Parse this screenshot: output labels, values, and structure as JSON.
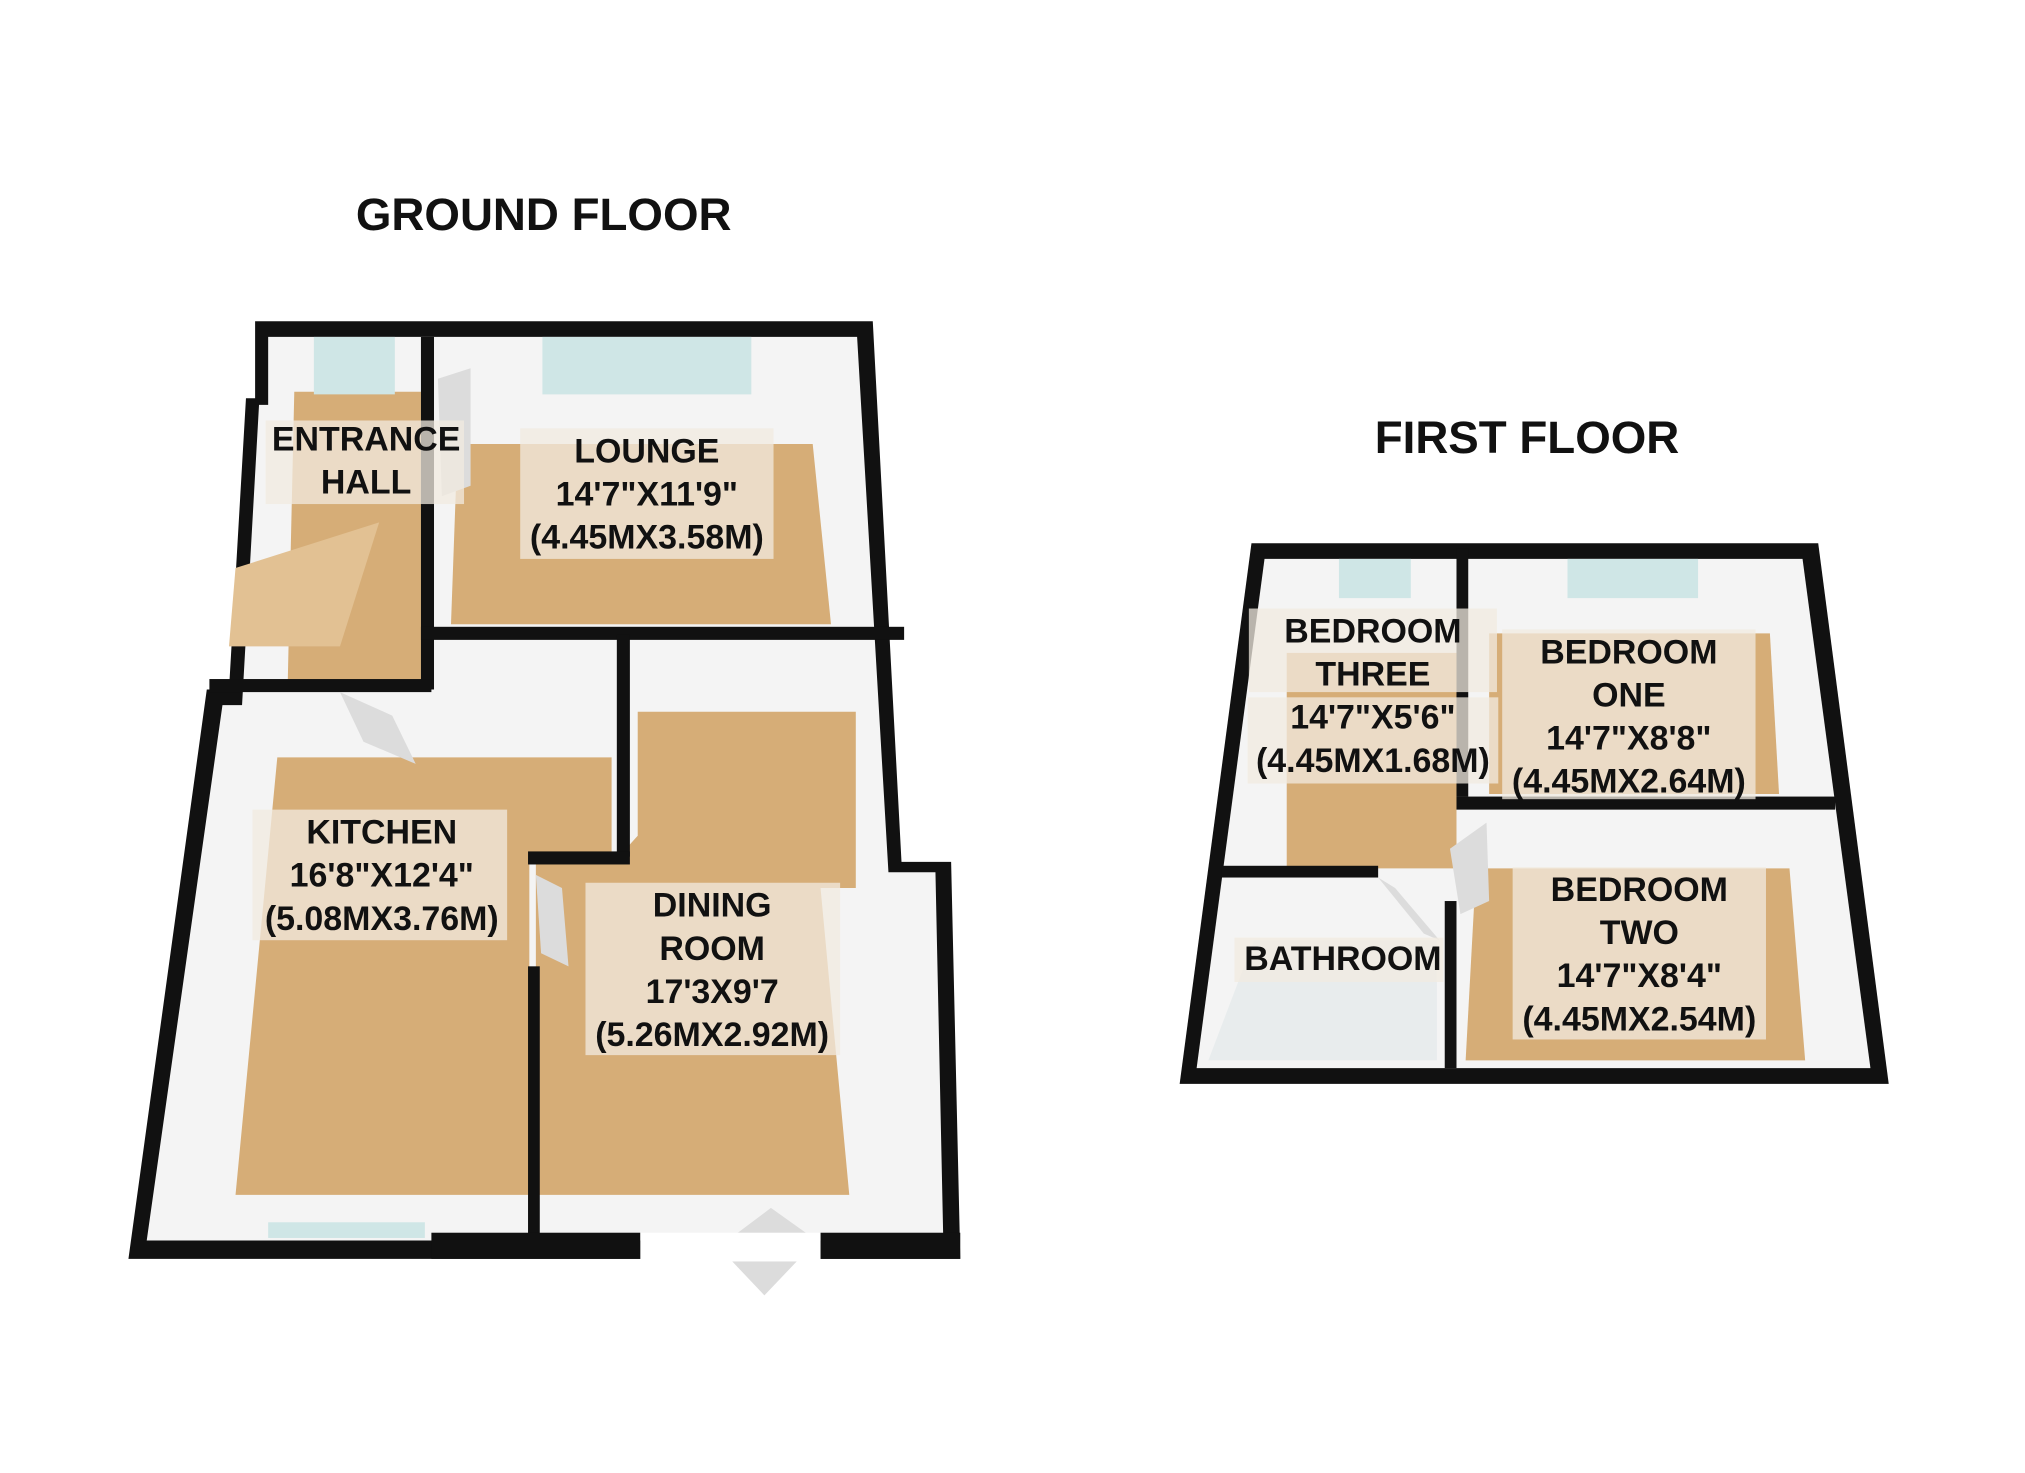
{
  "ground_floor": {
    "title": "GROUND FLOOR",
    "rooms": [
      {
        "name": "ENTRANCE",
        "name2": "HALL"
      },
      {
        "name": "LOUNGE",
        "dim_imperial": "14'7\"X11'9\"",
        "dim_metric": "(4.45MX3.58M)"
      },
      {
        "name": "KITCHEN",
        "dim_imperial": "16'8\"X12'4\"",
        "dim_metric": "(5.08MX3.76M)"
      },
      {
        "name": "DINING",
        "name2": "ROOM",
        "dim_imperial": "17'3X9'7",
        "dim_metric": "(5.26MX2.92M)"
      }
    ]
  },
  "first_floor": {
    "title": "FIRST FLOOR",
    "rooms": [
      {
        "name": "BEDROOM",
        "name2": "THREE",
        "dim_imperial": "14'7\"X5'6\"",
        "dim_metric": "(4.45MX1.68M)"
      },
      {
        "name": "BEDROOM",
        "name2": "ONE",
        "dim_imperial": "14'7\"X8'8\"",
        "dim_metric": "(4.45MX2.64M)"
      },
      {
        "name": "BATHROOM"
      },
      {
        "name": "BEDROOM",
        "name2": "TWO",
        "dim_imperial": "14'7\"X8'4\"",
        "dim_metric": "(4.45MX2.54M)"
      }
    ]
  }
}
